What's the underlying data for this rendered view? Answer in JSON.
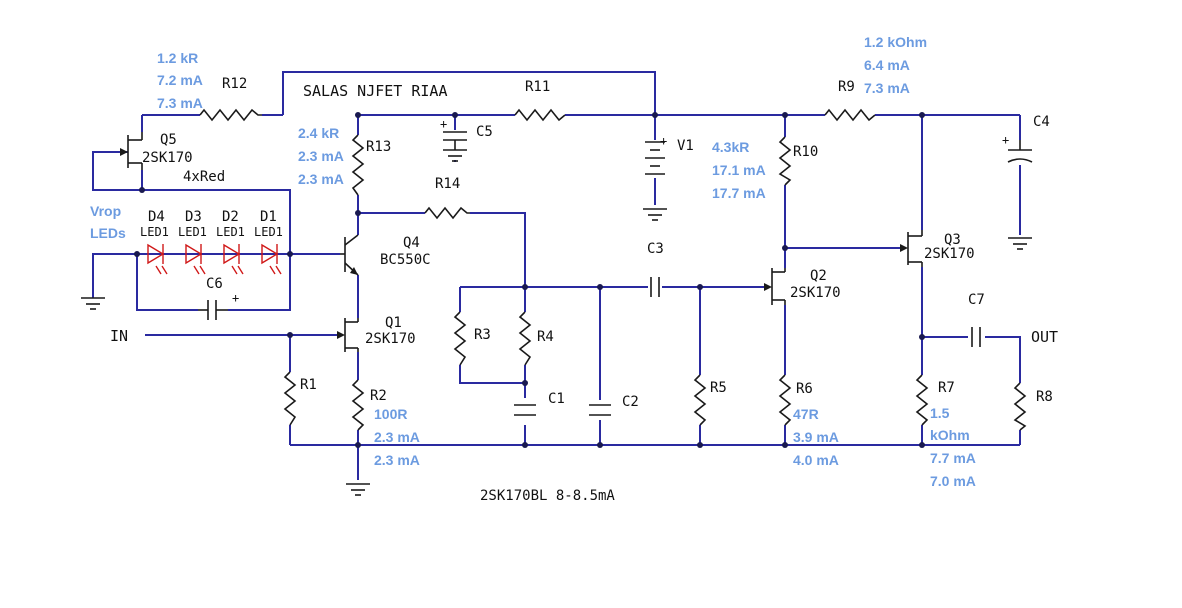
{
  "title": "SALAS NJFET RIAA",
  "footer": "2SK170BL 8-8.5mA",
  "colors": {
    "wire": "#2a2aa0",
    "annotation": "#6c9be0",
    "led": "#d01818"
  },
  "labels": {
    "r1": "R1",
    "r2": "R2",
    "r3": "R3",
    "r4": "R4",
    "r5": "R5",
    "r6": "R6",
    "r7": "R7",
    "r8": "R8",
    "r9": "R9",
    "r10": "R10",
    "r11": "R11",
    "r12": "R12",
    "r13": "R13",
    "r14": "R14",
    "c1": "C1",
    "c2": "C2",
    "c3": "C3",
    "c4": "C4",
    "c5": "C5",
    "c6": "C6",
    "c7": "C7",
    "v1": "V1",
    "q1": "Q1",
    "q1_type": "2SK170",
    "q2": "Q2",
    "q2_type": "2SK170",
    "q3": "Q3",
    "q3_type": "2SK170",
    "q4": "Q4",
    "q4_type": "BC550C",
    "q5": "Q5",
    "q5_type": "2SK170",
    "d1": "D1",
    "d2": "D2",
    "d3": "D3",
    "d4": "D4",
    "led": "LED1",
    "leds_note": "4xRed",
    "in": "IN",
    "out": "OUT"
  },
  "annotations": {
    "r12": [
      "1.2 kR",
      "7.2 mA",
      "7.3 mA"
    ],
    "r13": [
      "2.4 kR",
      "2.3 mA",
      "2.3 mA"
    ],
    "r9": [
      "1.2 kOhm",
      "6.4 mA",
      "7.3 mA"
    ],
    "r10": [
      "4.3kR",
      "17.1 mA",
      "17.7 mA"
    ],
    "vrop": [
      "Vrop",
      "LEDs"
    ],
    "r2": [
      "100R",
      "2.3 mA",
      "2.3 mA"
    ],
    "r6": [
      "47R",
      "3.9 mA",
      "4.0 mA"
    ],
    "r7": [
      "1.5",
      "kOhm",
      "7.7 mA",
      "7.0 mA"
    ]
  }
}
